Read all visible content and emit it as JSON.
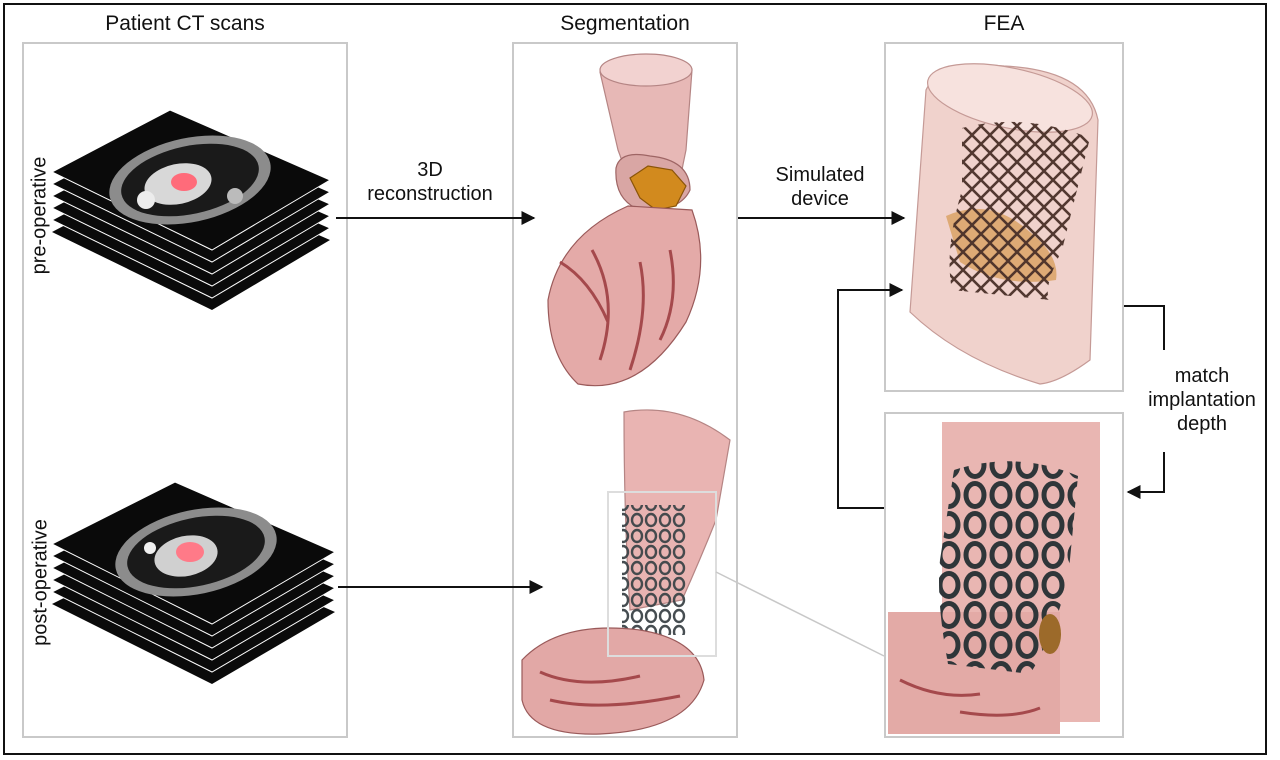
{
  "columns": {
    "ct": "Patient CT scans",
    "seg": "Segmentation",
    "fea": "FEA"
  },
  "stage_labels": {
    "pre": "pre-operative",
    "post": "post-operative"
  },
  "arrow_labels": {
    "recon_line1": "3D",
    "recon_line2": "reconstruction",
    "sim_line1": "Simulated",
    "sim_line2": "device",
    "match_line1": "match",
    "match_line2": "implantation",
    "match_line3": "depth"
  },
  "colors": {
    "tissue": "#e9b4b0",
    "tissue_dark": "#b35a5c",
    "stent_fea": "#4a3028",
    "stent_ct": "#3c4448",
    "calcification": "#d28a1e",
    "ct_highlight": "#ff6b7a",
    "panel_border": "#c9c9c9"
  }
}
